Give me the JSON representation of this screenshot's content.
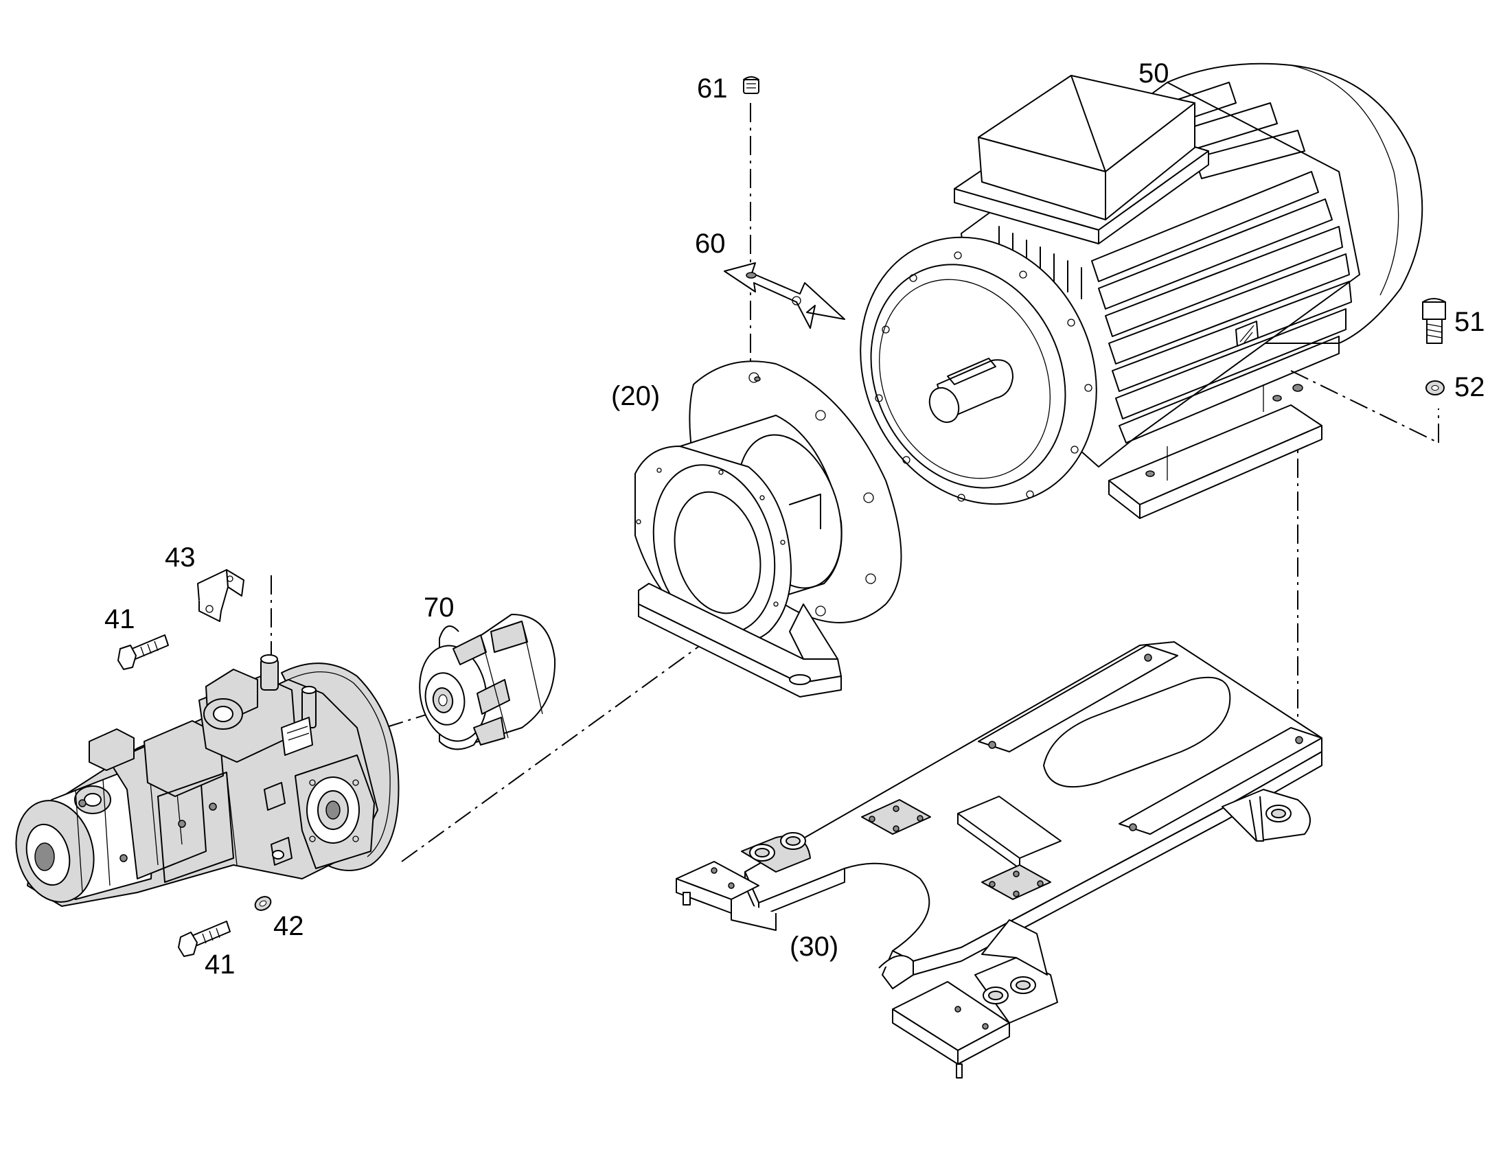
{
  "labels": {
    "p41a": "41",
    "p41b": "41",
    "p42": "42",
    "p43": "43",
    "p70": "70",
    "p20": "(20)",
    "p60": "60",
    "p61": "61",
    "p50": "50",
    "p51": "51",
    "p52": "52",
    "p30": "(30)"
  }
}
